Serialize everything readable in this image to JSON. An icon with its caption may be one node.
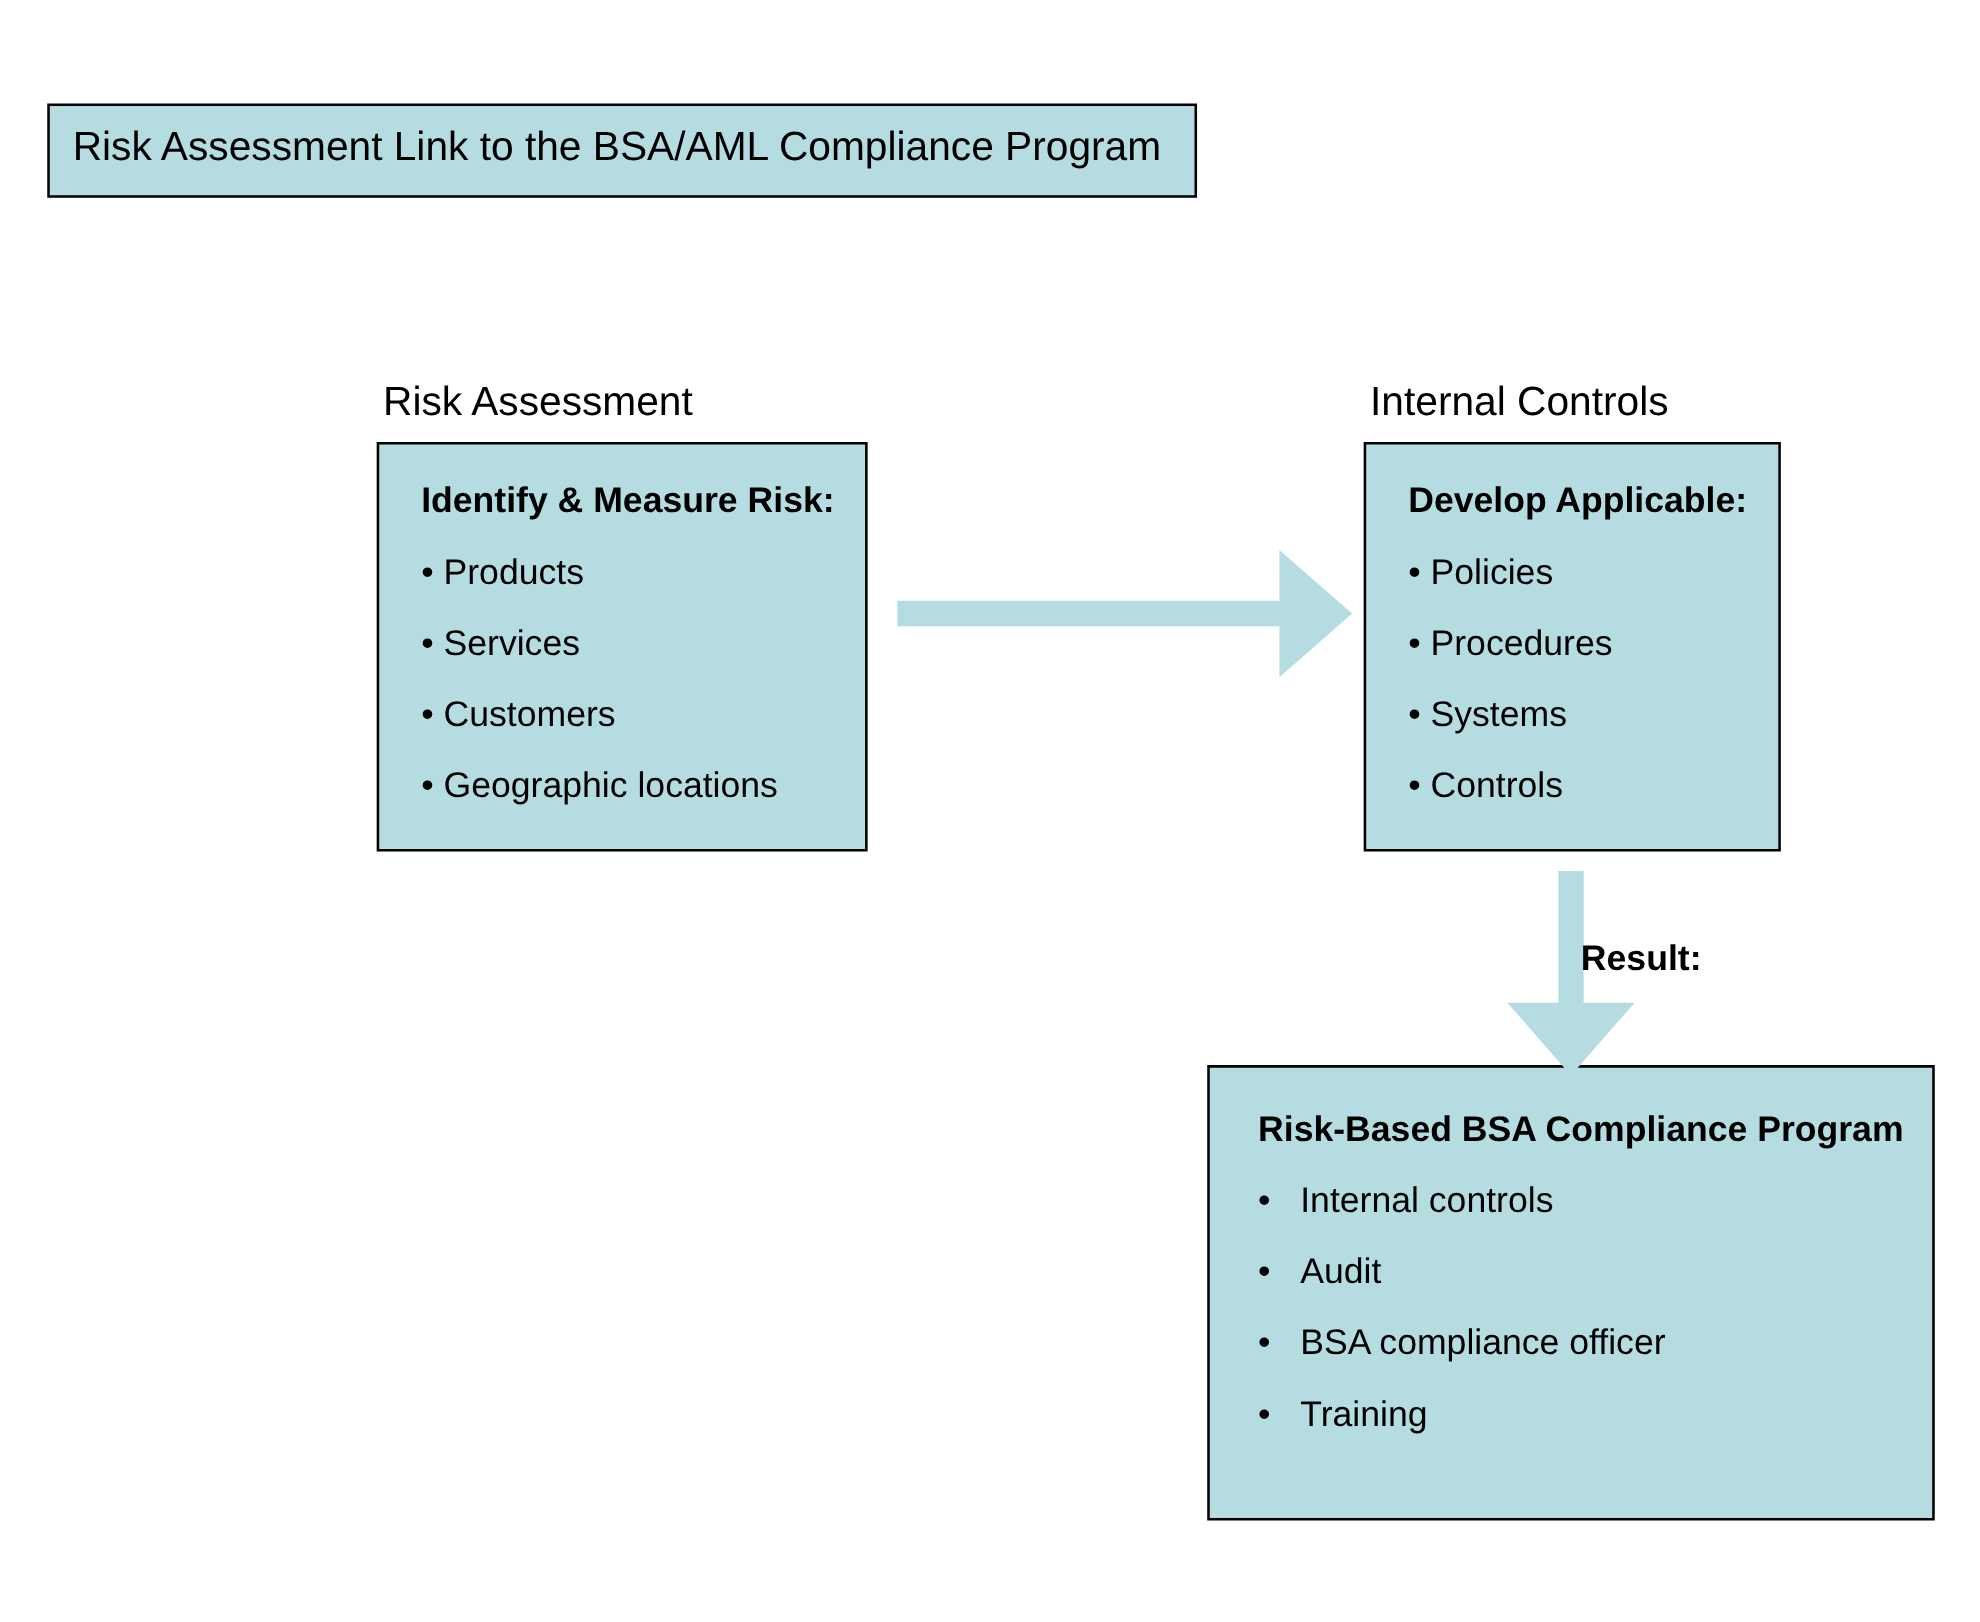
{
  "diagram": {
    "nodes": [
      {
        "text": [
          "Risk Assessment Link to the BSA/AML Compliance Program"
        ]
      },
      {
        "text": [
          "Risk Assessment",
          "Identify & Measure Risk:",
          "• Products",
          "• Services",
          "• Customers",
          "• Geographic locations"
        ]
      },
      {
        "text": [
          "Internal Controls",
          "Develop Applicable:",
          "• Policies",
          "• Procedures",
          "• Systems",
          "• Controls"
        ]
      },
      {
        "text": [
          "Risk-Based BSA Compliance Program",
          "•   Internal controls",
          "•   Audit",
          "•   BSA compliance officer",
          "•   Training"
        ]
      }
    ],
    "edges": [
      {
        "from": 1,
        "to": 2,
        "arrow": "to"
      },
      {
        "from": 2,
        "to": 3,
        "arrow": "to",
        "label": "Result:"
      }
    ]
  }
}
